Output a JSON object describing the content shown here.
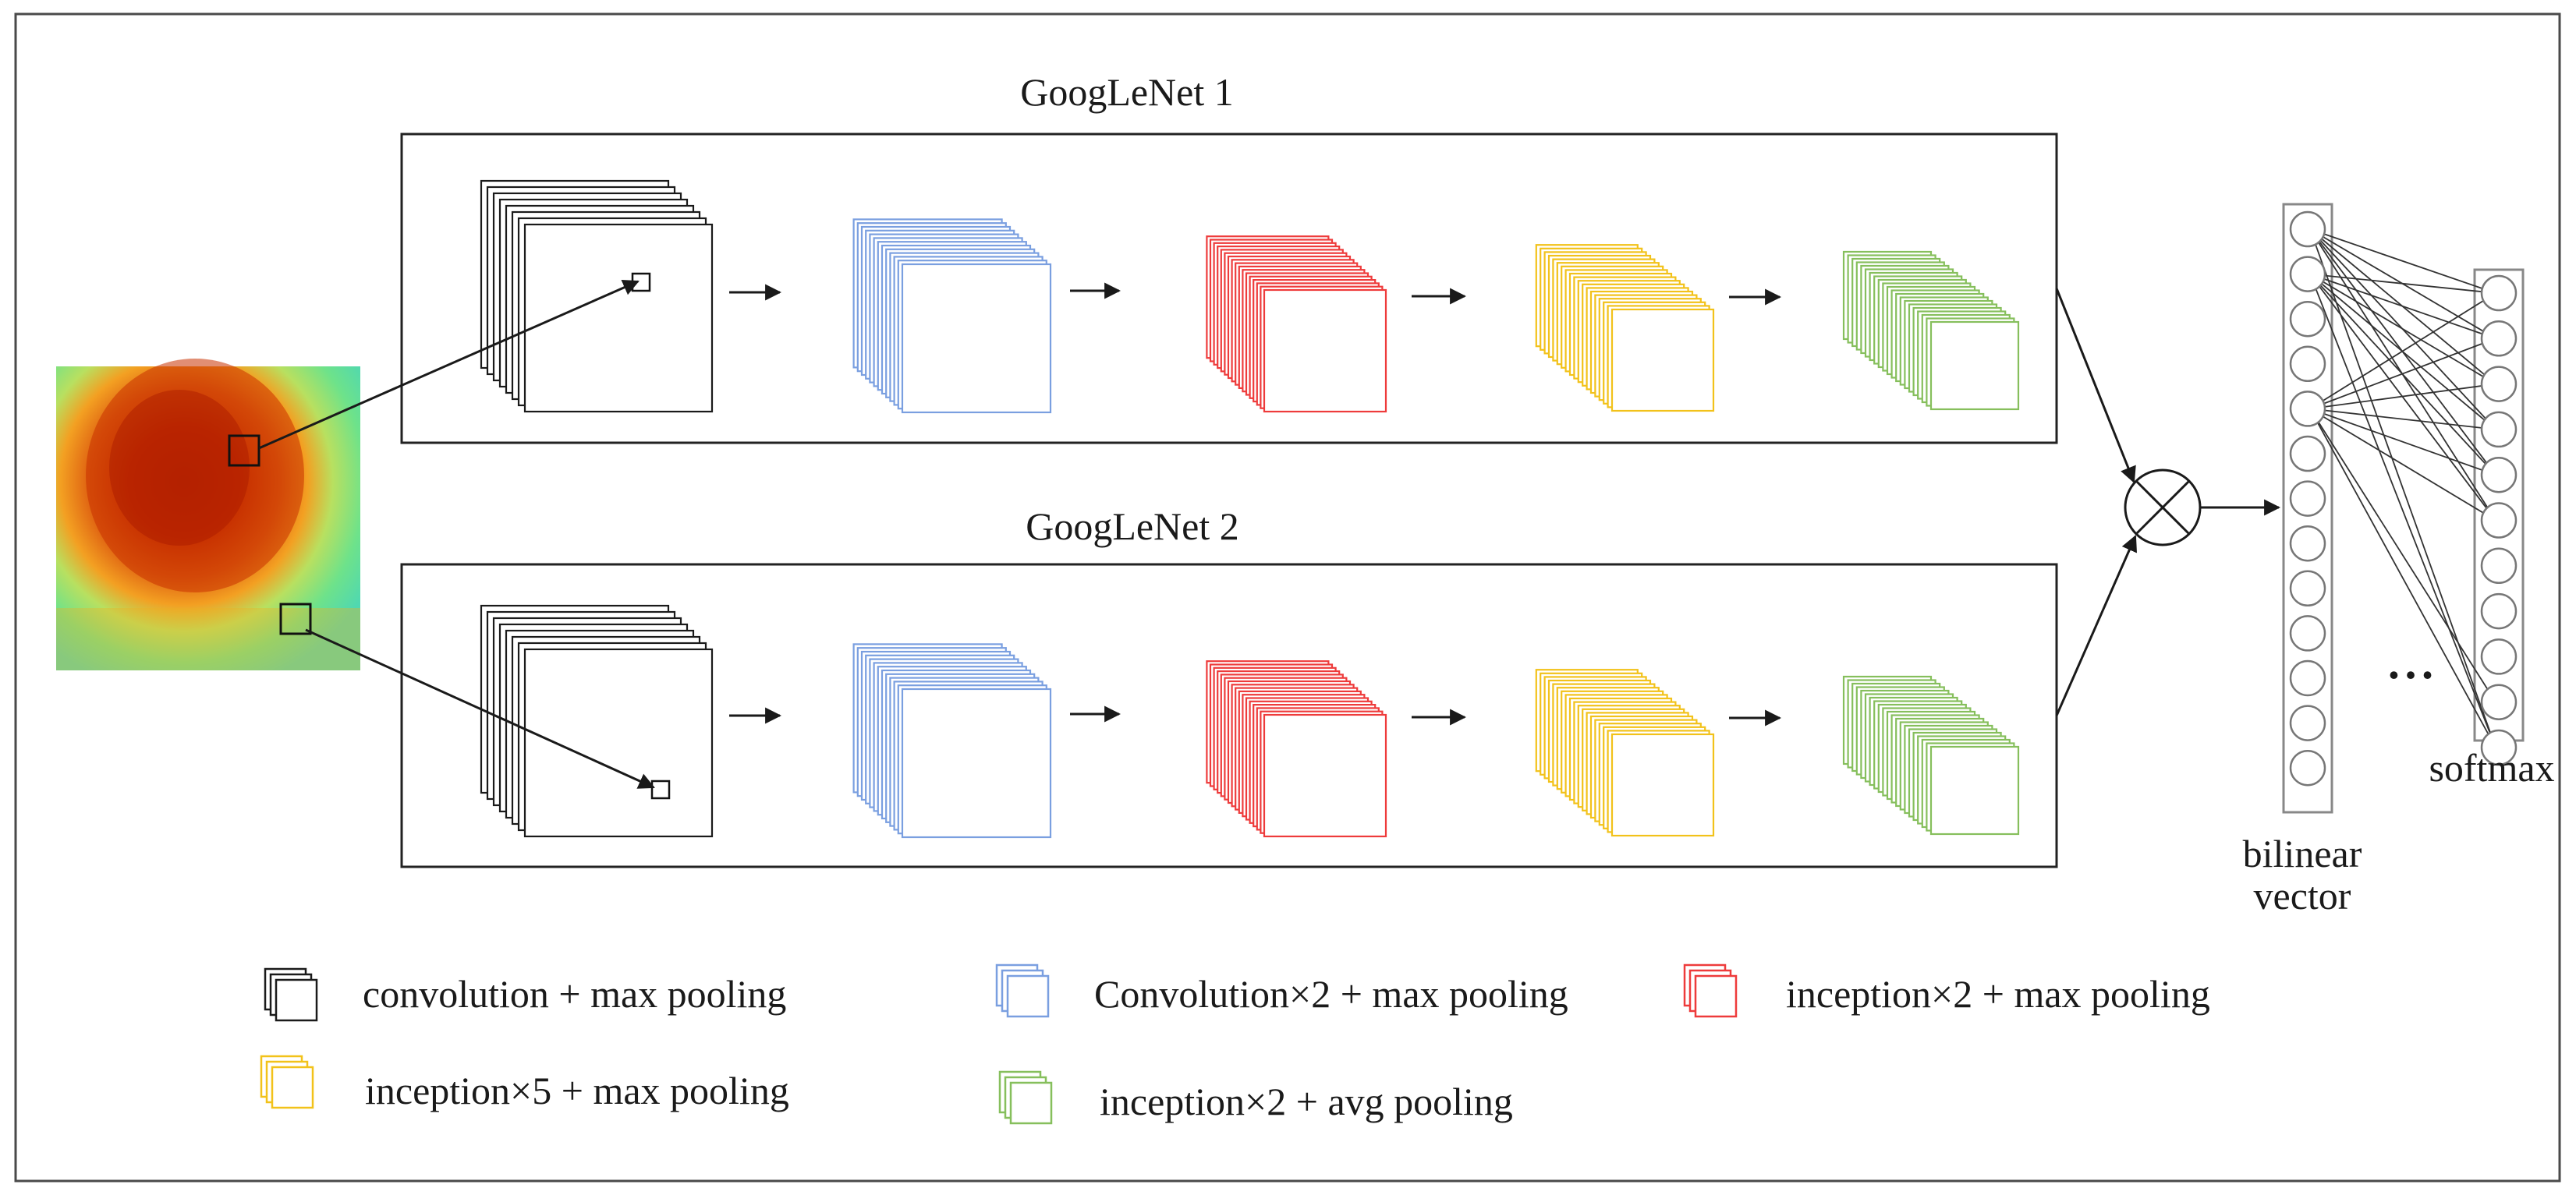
{
  "branches": [
    {
      "title": "GoogLeNet 1"
    },
    {
      "title": "GoogLeNet 2"
    }
  ],
  "stage_colors": {
    "conv": "#1a1a1a",
    "conv2": "#7a9fe0",
    "incep2": "#ee3b3b",
    "incep5": "#f2c21a",
    "avg": "#86bf5c"
  },
  "input_image": {
    "description_icon": "heatmap-input-image",
    "colors": [
      "#c42a00",
      "#e06412",
      "#f0a020",
      "#f3d040",
      "#8fe06a",
      "#50d8a0"
    ]
  },
  "fusion": {
    "operator_icon": "outer-product-icon",
    "vector_label_1": "bilinear",
    "vector_label_2": "vector",
    "ellipsis": "• • •",
    "softmax_label": "softmax"
  },
  "legend": [
    {
      "key": "conv",
      "label": "convolution + max pooling"
    },
    {
      "key": "conv2",
      "label": "Convolution×2 + max pooling"
    },
    {
      "key": "incep2",
      "label": "inception×2 + max pooling"
    },
    {
      "key": "incep5",
      "label": "inception×5 + max pooling"
    },
    {
      "key": "avg",
      "label": "inception×2 + avg pooling"
    }
  ]
}
